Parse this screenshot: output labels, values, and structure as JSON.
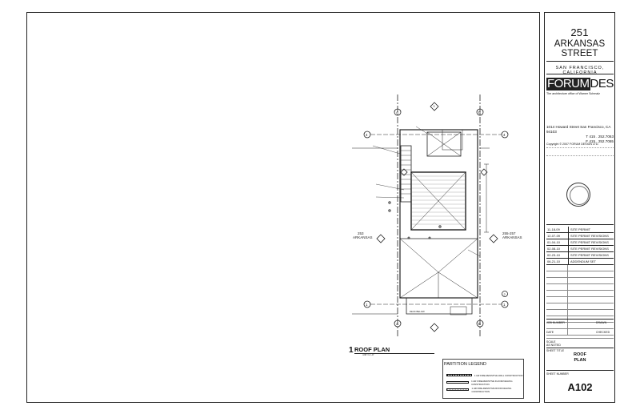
{
  "titleblock": {
    "address_line1": "251",
    "address_line2": "ARKANSAS STREET",
    "city": "SAN FRANCISCO, CALIFORNIA",
    "logo_inverted": "FORUM",
    "logo_normal": "DESIGN",
    "tagline": "The architecture office of Warner Schmalz",
    "office_address": "1014 Howard Street San Francisco, CA 94103",
    "office_phone": "T 415 . 252.7063",
    "office_fax": "F 415 . 252.7065",
    "copyright": "Copyright © 2007 FORUM DESIGN LTD.",
    "revisions": [
      {
        "date": "11-18-09",
        "label": "SITE PERMIT"
      },
      {
        "date": "12-07-09",
        "label": "SITE PERMIT REVISIONS"
      },
      {
        "date": "01-04-10",
        "label": "SITE PERMIT REVISIONS"
      },
      {
        "date": "02-08-10",
        "label": "SITE PERMIT REVISIONS"
      },
      {
        "date": "02-23-10",
        "label": "SITE PERMIT REVISIONS"
      },
      {
        "date": "06-21-10",
        "label": "ADDENDUM SET"
      }
    ],
    "job_number_label": "JOB NUMBER",
    "drawn_label": "DRAWN",
    "date_label": "DATE",
    "checked_label": "CHECKED",
    "scale_label": "SCALE",
    "scale_value": "AS NOTED",
    "sheet_title_label": "SHEET TITLE",
    "sheet_title_line1": "ROOF",
    "sheet_title_line2": "PLAN",
    "sheet_number_label": "SHEET NUMBER",
    "sheet_number": "A102"
  },
  "drawing": {
    "number": "1",
    "title": "ROOF PLAN",
    "scale": "1/8\"=1'-0\"",
    "street_left_line1": "253",
    "street_left_line2": "ARKANSAS",
    "street_right_line1": "255-257",
    "street_right_line2": "ARKANSAS",
    "deck_label": "DECK BELOW",
    "grid_top": "3",
    "grid_a": "A",
    "grid_b": "B",
    "grid_4": "4",
    "grid_5": "5",
    "grid_1": "1",
    "grid_2": "2"
  },
  "legend": {
    "title": "PARTITION LEGEND",
    "rows": [
      "1 HR FIRE-RESISTIVE WALL CONSTRUCTION",
      "1 HR FIRE-RESISTIVE FLOOR/CEILING CONSTRUCTION",
      "1 HR FIRE-RESISTIVE ROOF/CEILING CONSTRUCTION"
    ]
  },
  "colors": {
    "line": "#222222",
    "paper": "#ffffff"
  }
}
